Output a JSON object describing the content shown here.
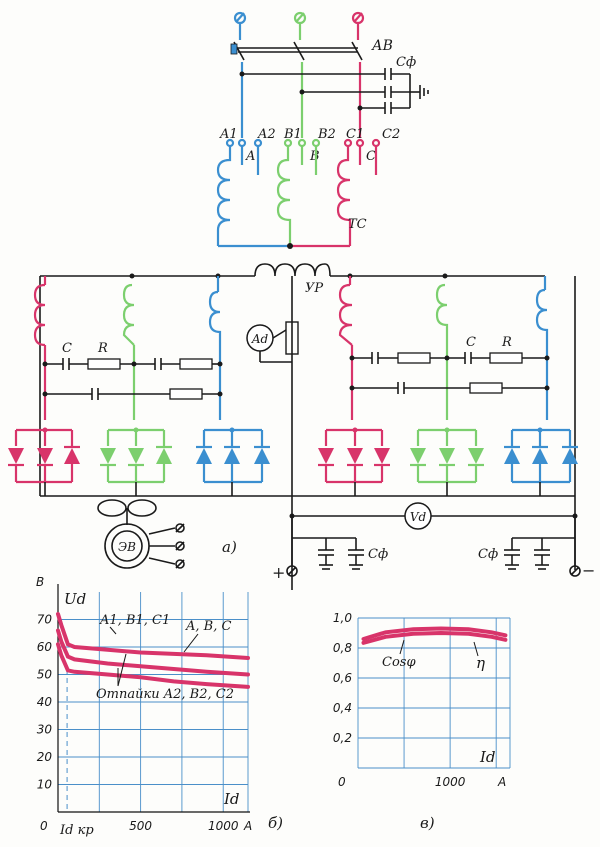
{
  "labels": {
    "breaker": "АВ",
    "cap_filter": "Cф",
    "cap": "C",
    "res": "R",
    "transformer": "ТС",
    "reactor": "УР",
    "ammeter": "Ad",
    "voltmeter": "Vd",
    "fan": "ЭВ",
    "plus": "+",
    "minus": "−",
    "tap_A1": "A1",
    "tap_A2": "A2",
    "tap_A": "A",
    "tap_B1": "B1",
    "tap_B2": "B2",
    "tap_B": "B",
    "tap_C1": "C1",
    "tap_C2": "C2",
    "tap_C": "C",
    "fig_a": "а)",
    "fig_b": "б)",
    "fig_v": "в)"
  },
  "colors": {
    "phase_a": "#3b8fd0",
    "phase_b": "#7ccf6e",
    "phase_c": "#d8346a",
    "curve": "#d8346a",
    "grid": "#4a8fc9"
  },
  "chart_data": [
    {
      "type": "line",
      "panel": "б)",
      "ylabel": "Ud",
      "yunit": "В",
      "xlabel": "Id",
      "xunit": "А",
      "x_ticks": [
        "0",
        "500",
        "1000"
      ],
      "y_ticks": [
        "10",
        "20",
        "30",
        "40",
        "50",
        "60",
        "70"
      ],
      "xlim": [
        0,
        1150
      ],
      "ylim": [
        0,
        80
      ],
      "critical_label": "Id кр",
      "critical_x": 55,
      "series": [
        {
          "name": "A1, B1, C1",
          "x": [
            0,
            20,
            60,
            100,
            300,
            500,
            700,
            900,
            1150
          ],
          "y": [
            72,
            68,
            61,
            60,
            59,
            58,
            57.5,
            57,
            56
          ]
        },
        {
          "name": "A, B, C",
          "x": [
            0,
            20,
            60,
            100,
            300,
            500,
            700,
            900,
            1150
          ],
          "y": [
            66,
            62,
            56.5,
            55.5,
            54,
            53,
            52,
            51,
            50
          ]
        },
        {
          "name": "Отпайки A2, B2, C2",
          "x": [
            0,
            20,
            60,
            100,
            300,
            500,
            700,
            900,
            1150
          ],
          "y": [
            61,
            57,
            51.5,
            51,
            50,
            49,
            47.5,
            46.5,
            45.5
          ]
        }
      ]
    },
    {
      "type": "line",
      "panel": "в)",
      "xlabel": "Id",
      "xunit": "А",
      "x_ticks": [
        "0",
        "1000"
      ],
      "y_ticks": [
        "0,2",
        "0,4",
        "0,6",
        "0,8",
        "1,0"
      ],
      "xlim": [
        0,
        1650
      ],
      "ylim": [
        0,
        1.0
      ],
      "series": [
        {
          "name": "Cosφ",
          "x": [
            60,
            300,
            600,
            900,
            1200,
            1450,
            1600
          ],
          "y": [
            0.86,
            0.905,
            0.925,
            0.93,
            0.925,
            0.905,
            0.885
          ]
        },
        {
          "name": "η",
          "x": [
            60,
            300,
            600,
            900,
            1200,
            1450,
            1600
          ],
          "y": [
            0.835,
            0.875,
            0.895,
            0.9,
            0.895,
            0.875,
            0.855
          ]
        }
      ]
    }
  ]
}
